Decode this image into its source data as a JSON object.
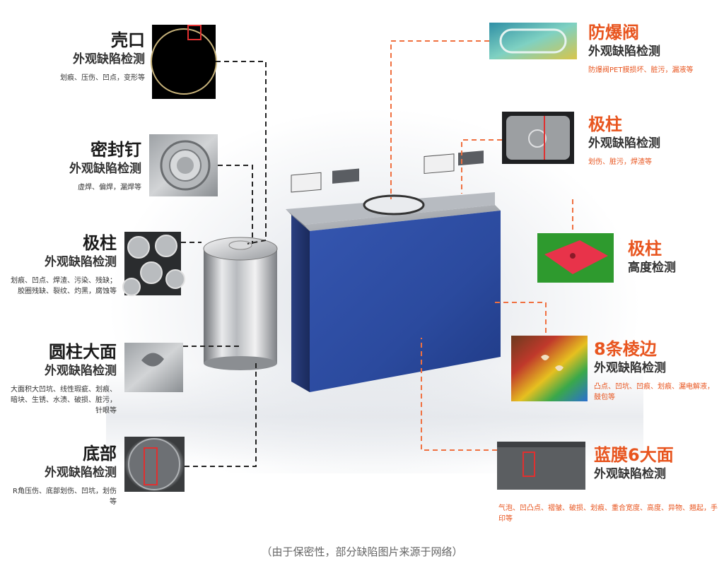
{
  "left_items": [
    {
      "title": "壳口",
      "subtitle": "外观缺陷检测",
      "desc": "划痕、压伤、凹点，变形等",
      "thumb_icon": "shell-opening-ring-image"
    },
    {
      "title": "密封钉",
      "subtitle": "外观缺陷检测",
      "desc": "虚焊、偏焊，漏焊等",
      "thumb_icon": "sealing-nail-weld-image"
    },
    {
      "title": "极柱",
      "subtitle": "外观缺陷检测",
      "desc": "划痕、凹点、焊渣、污染、残缺；胶圈残缺、裂纹、灼黑，腐蚀等",
      "thumb_icon": "terminal-cylinders-image"
    },
    {
      "title": "圆柱大面",
      "subtitle": "外观缺陷检测",
      "desc": "大面积大凹坑、线性瑕疵、划痕、暗块、生锈、水渍、破损、脏污，针眼等",
      "thumb_icon": "cylinder-surface-image"
    },
    {
      "title": "底部",
      "subtitle": "外观缺陷检测",
      "desc": "R角压伤、底部划伤、凹坑，划伤等",
      "thumb_icon": "bottom-surface-image"
    }
  ],
  "right_items": [
    {
      "title": "防爆阀",
      "subtitle": "外观缺陷检测",
      "desc": "防爆阀PET膜损坏、脏污，漏液等",
      "thumb_icon": "explosion-valve-image"
    },
    {
      "title": "极柱",
      "subtitle": "外观缺陷检测",
      "desc": "划伤、脏污，焊渣等",
      "thumb_icon": "prismatic-terminal-image"
    },
    {
      "title": "极柱",
      "subtitle": "高度检测",
      "desc": "",
      "thumb_icon": "terminal-height-3d-image"
    },
    {
      "title": "8条棱边",
      "subtitle": "外观缺陷检测",
      "desc": "凸点、凹坑、凹痕、划痕、漏电解液，鼓包等",
      "thumb_icon": "edge-heightmap-image"
    },
    {
      "title": "蓝膜6大面",
      "subtitle": "外观缺陷检测",
      "desc": "气泡、凹凸点、褶皱、破损、划痕、重合宽度、高度、异物、翘起，手印等",
      "thumb_icon": "blue-film-surface-image"
    }
  ],
  "footer": "（由于保密性，部分缺陷图片来源于网络）",
  "colors": {
    "accent": "#e8551f",
    "dark_text": "#1a1a1a",
    "battery_blue": "#2f4fa8",
    "dash_black": "#222222",
    "dash_orange": "#f07040"
  }
}
